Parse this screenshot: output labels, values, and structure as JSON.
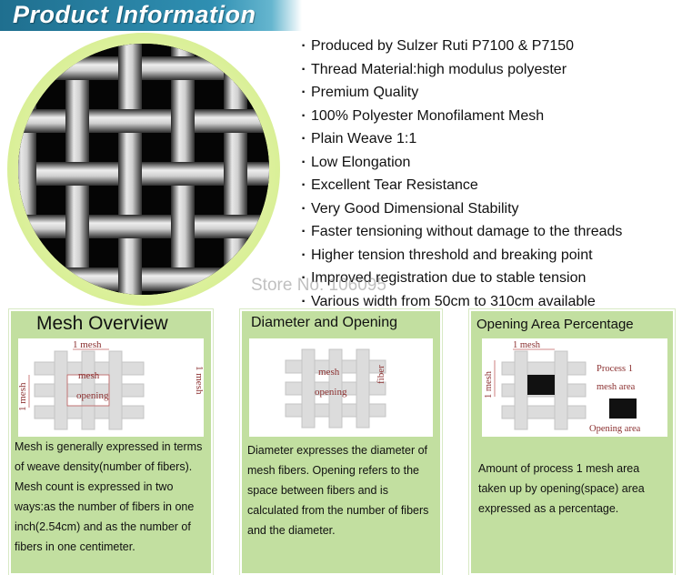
{
  "header": {
    "title": "Product Information"
  },
  "features": [
    "Produced by Sulzer Ruti P7100 & P7150",
    "Thread Material:high modulus polyester",
    "Premium Quality",
    "100% Polyester Monofilament Mesh",
    "Plain Weave 1:1",
    "Low Elongation",
    "Excellent Tear Resistance",
    "Very Good Dimensional Stability",
    "Faster tensioning without damage to the threads",
    "Higher tension threshold and breaking point",
    "Improved registration due to stable tension",
    "Various width from 50cm to 310cm available"
  ],
  "bullet": "·",
  "watermark": "Store No: 106095",
  "panels": {
    "mesh_overview": {
      "title": "Mesh Overview",
      "labels": {
        "one_mesh_top": "1 mesh",
        "mesh": "mesh",
        "opening": "opening",
        "one_mesh_left": "1 mesh",
        "one_mesh_right": "1 mesh"
      },
      "text": "Mesh is generally expressed in terms of weave density(number of fibers). Mesh count is expressed in two ways:as the number of fibers in one inch(2.54cm) and as the number of fibers in one centimeter."
    },
    "diameter_opening": {
      "title": "Diameter and Opening",
      "labels": {
        "mesh": "mesh",
        "opening": "opening",
        "fiber": "fiber"
      },
      "text": "Diameter expresses the diameter of mesh fibers. Opening refers to the space between fibers and is calculated from the number of fibers and the diameter."
    },
    "opening_area": {
      "title": "Opening Area Percentage",
      "labels": {
        "one_mesh_top": "1 mesh",
        "one_mesh_left": "1 mesh",
        "process": "Process 1",
        "mesh_area": "mesh area",
        "opening_area": "Opening area"
      },
      "text": "Amount of process 1 mesh area taken up by opening(space) area expressed as a percentage."
    }
  },
  "colors": {
    "banner": "#1f6f8f",
    "panel_bg": "#c2dfa0",
    "circle_ring": "#dff2a0",
    "fiber": "#d9d9d9",
    "label": "#8b3030"
  }
}
